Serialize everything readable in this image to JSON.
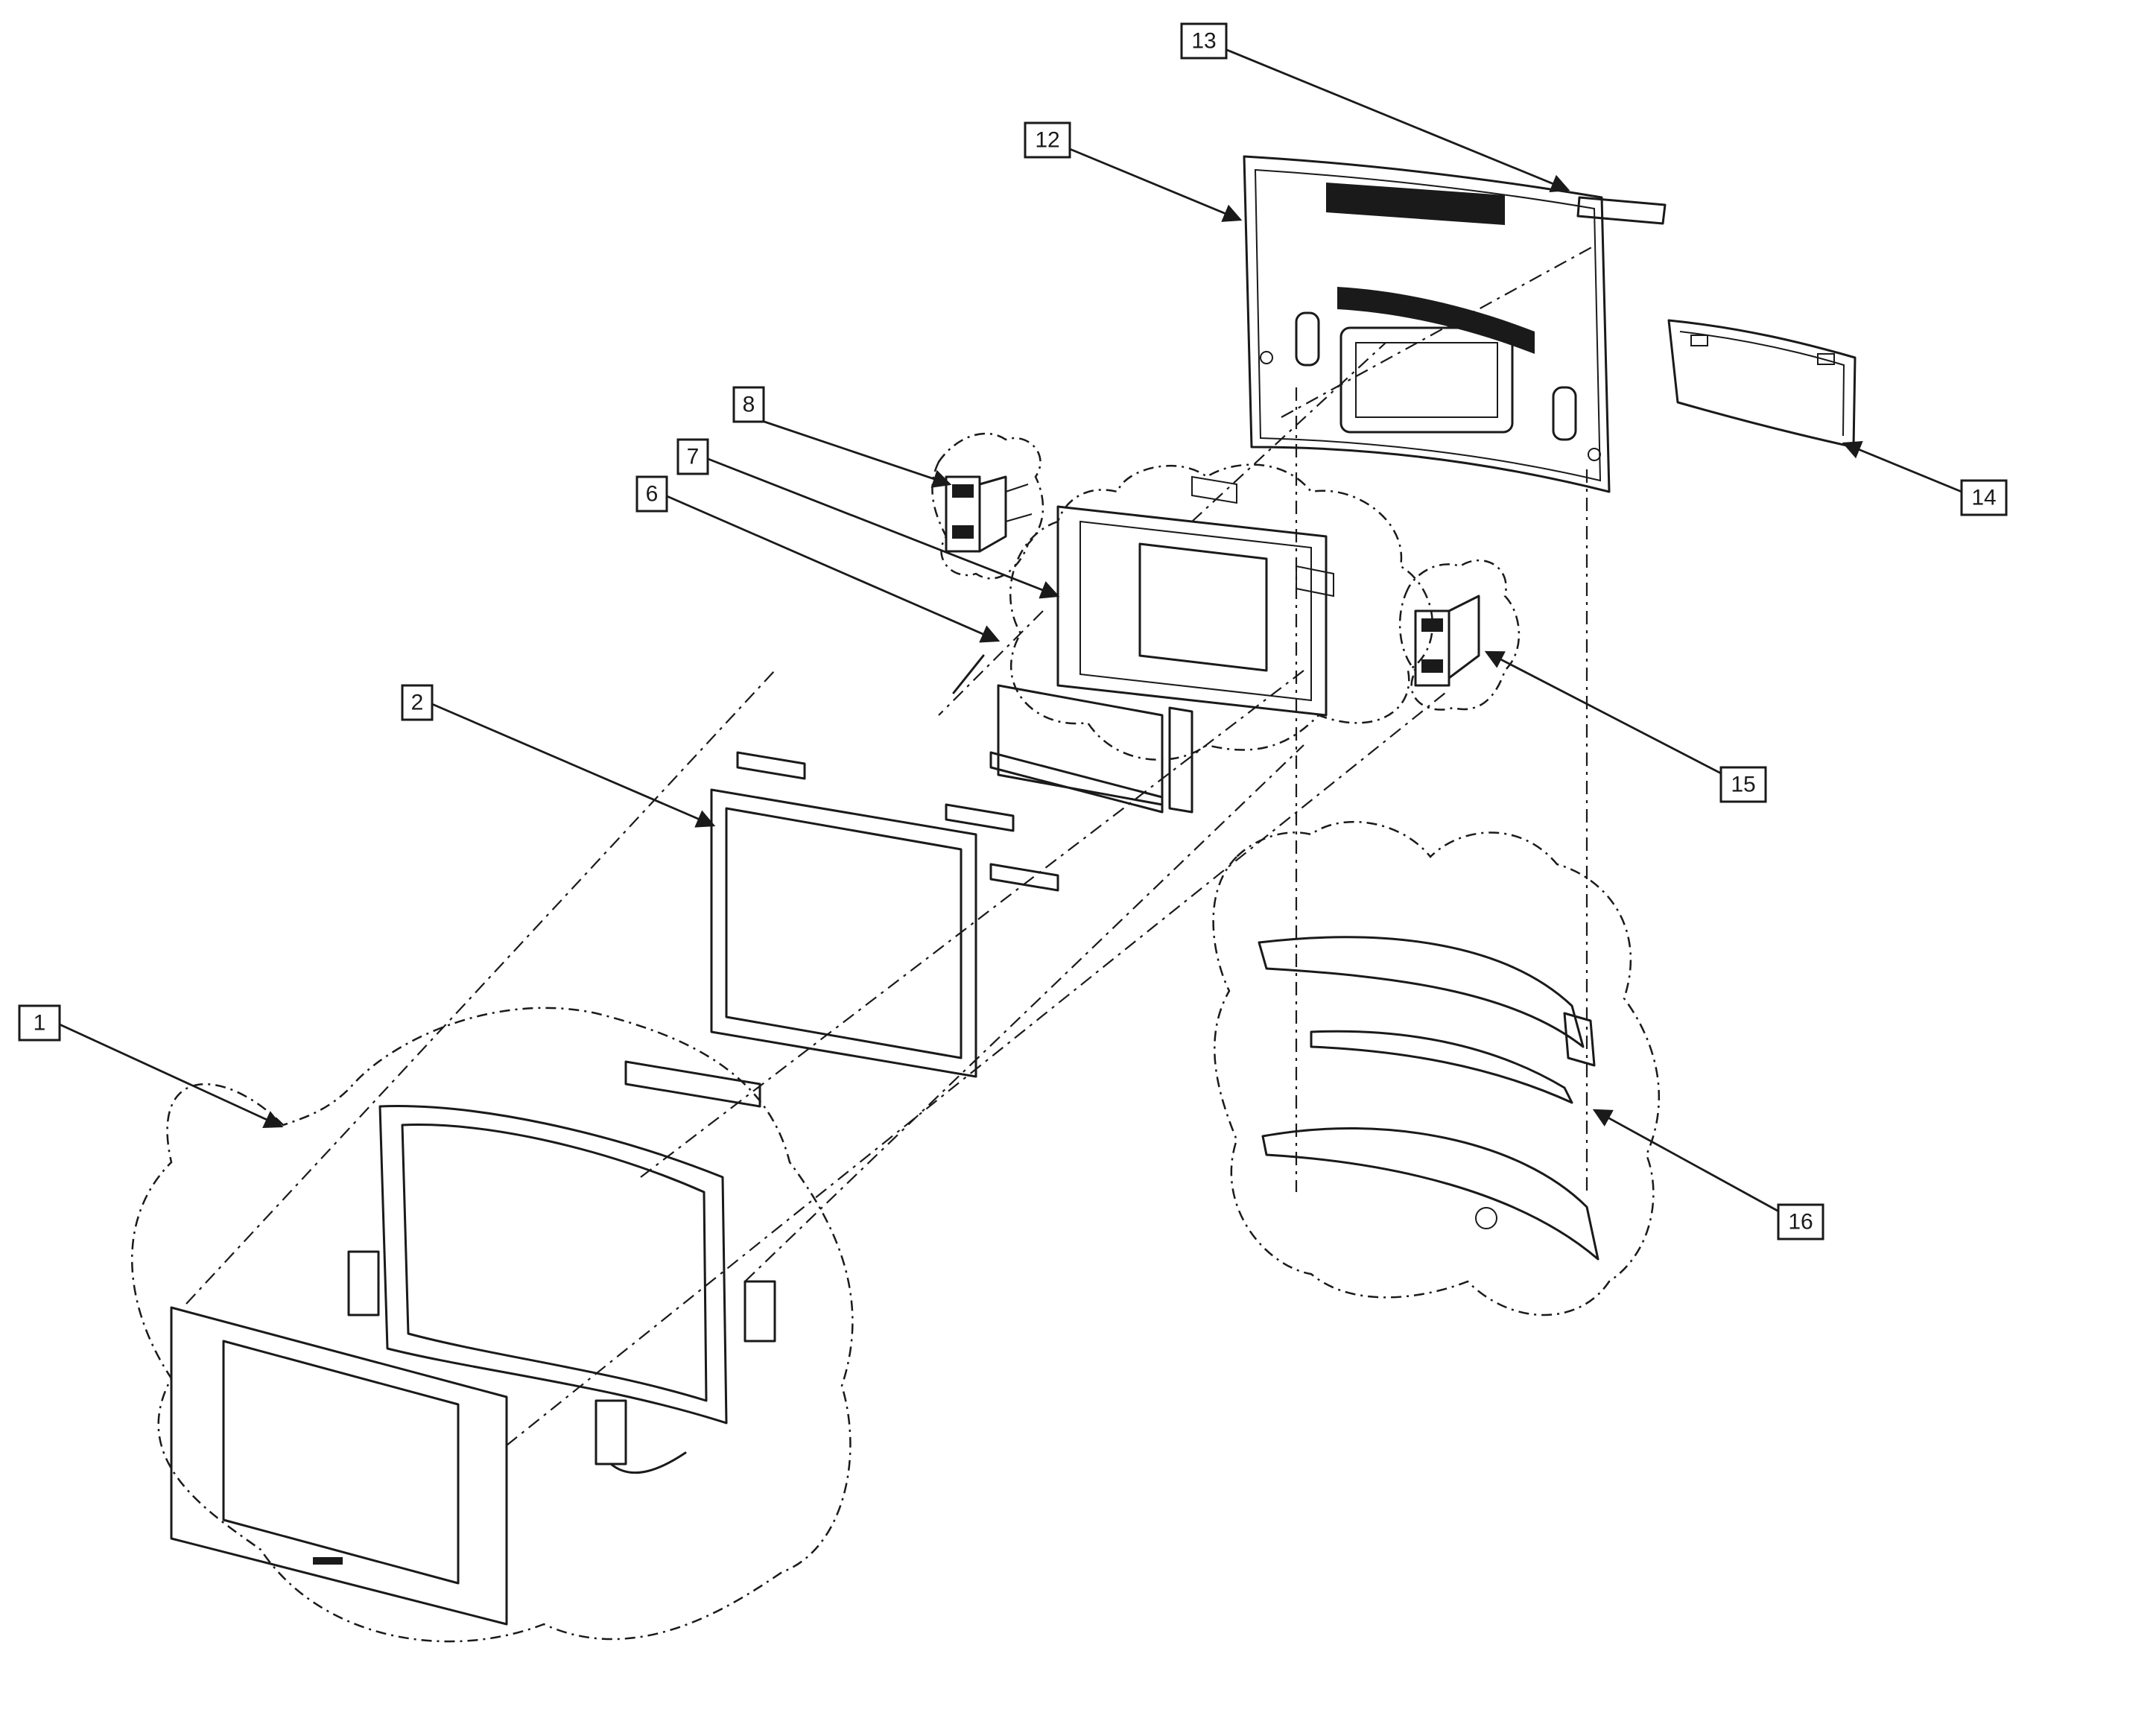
{
  "callouts": [
    {
      "id": "c1",
      "text": "1"
    },
    {
      "id": "c2",
      "text": "2"
    },
    {
      "id": "c6",
      "text": "6"
    },
    {
      "id": "c7",
      "text": "7"
    },
    {
      "id": "c8",
      "text": "8"
    },
    {
      "id": "c12",
      "text": "12"
    },
    {
      "id": "c13",
      "text": "13"
    },
    {
      "id": "c14",
      "text": "14"
    },
    {
      "id": "c15",
      "text": "15"
    },
    {
      "id": "c16",
      "text": "16"
    }
  ],
  "colors": {
    "ink": "#1a1a1a",
    "background": "#ffffff"
  }
}
